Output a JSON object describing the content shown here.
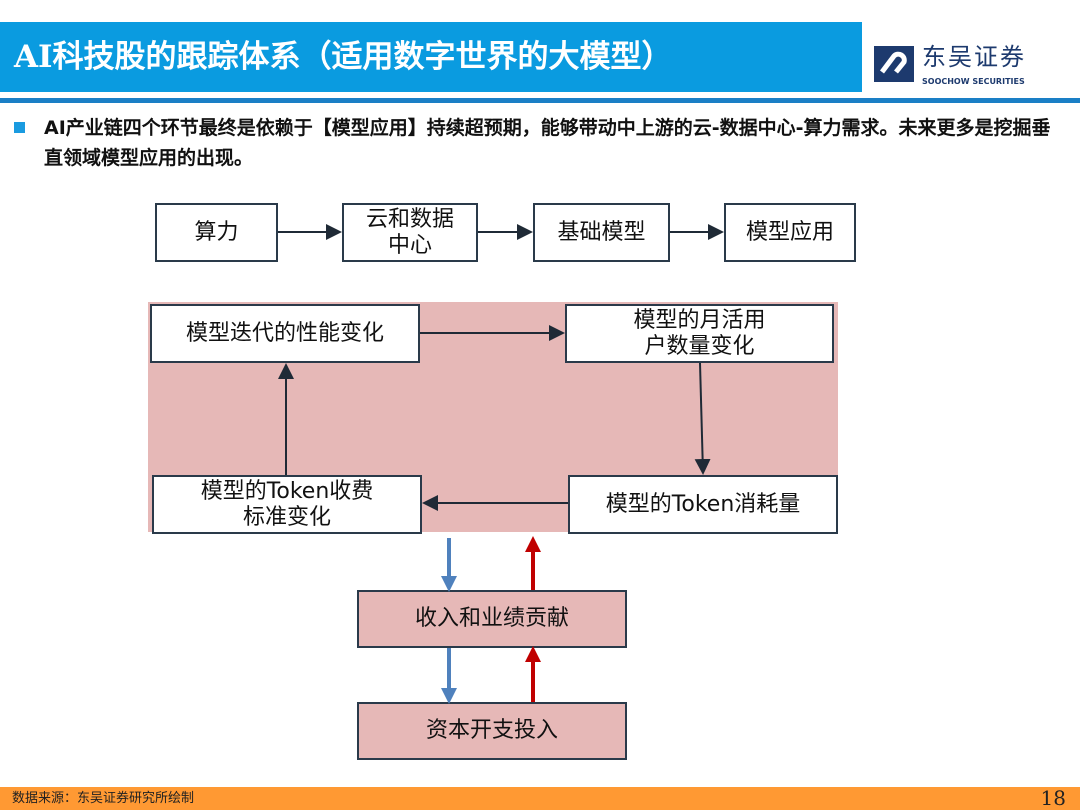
{
  "header": {
    "title": "AI科技股的跟踪体系（适用数字世界的大模型）",
    "logo_cn": "东吴证券",
    "logo_en": "SOOCHOW SECURITIES"
  },
  "intro": "AI产业链四个环节最终是依赖于【模型应用】持续超预期，能够带动中上游的云-数据中心-算力需求。未来更多是挖掘垂直领域模型应用的出现。",
  "chain": [
    "算力",
    "云和数据中心",
    "基础模型",
    "模型应用"
  ],
  "cycle": {
    "iteration": "模型迭代的性能变化",
    "mau": "模型的月活用户数量变化",
    "consumption": "模型的Token消耗量",
    "pricing": "模型的Token收费标准变化"
  },
  "revenue": "收入和业绩贡献",
  "capex": "资本开支投入",
  "footer": {
    "source": "数据来源：东吴证券研究所绘制",
    "page": "18"
  },
  "colors": {
    "title_bg": "#0a9be0",
    "pink": "#e6b8b7",
    "footer": "#ff9933",
    "down_arrow": "#4f81bd",
    "up_arrow": "#c00000"
  }
}
